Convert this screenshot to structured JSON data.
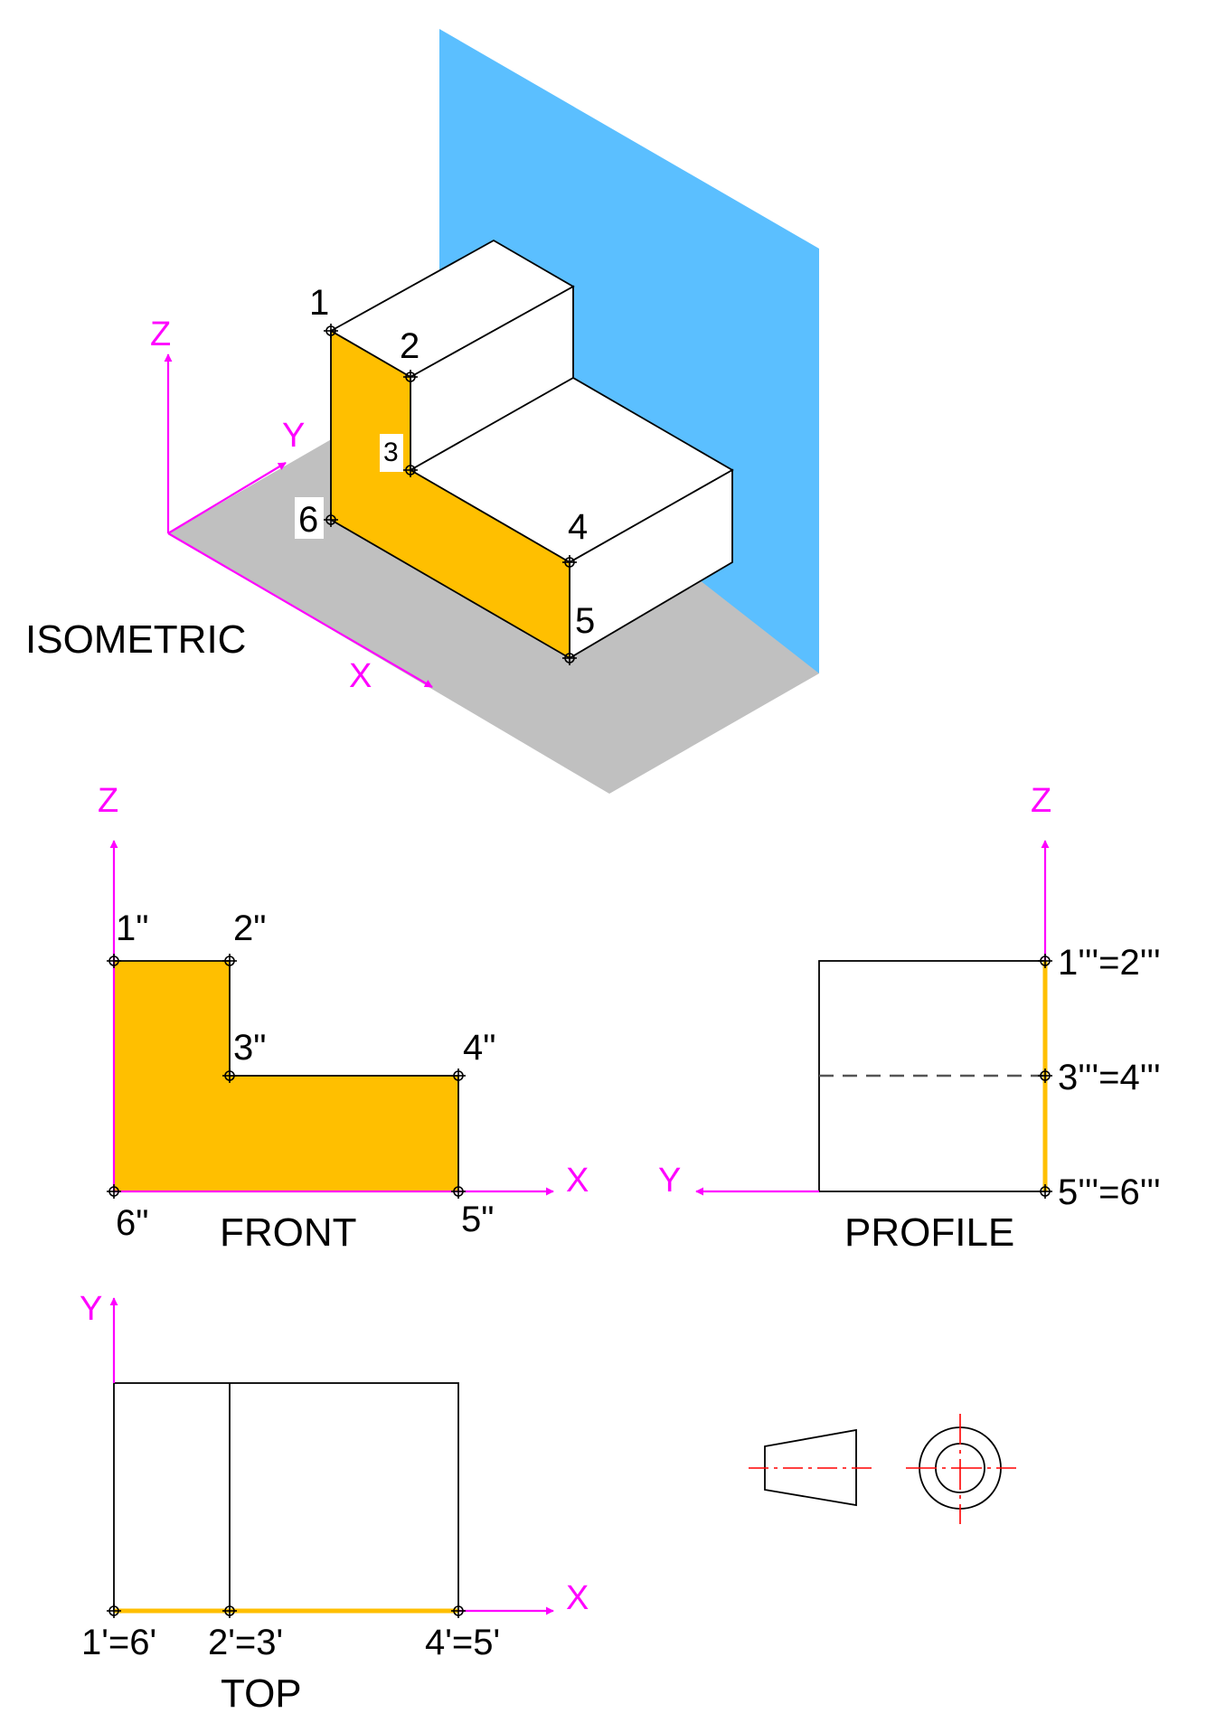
{
  "colors": {
    "axis": "#ff00ff",
    "face": "#ffbf00",
    "plane": "#5bbfff",
    "ground": "#c0c0c0",
    "line": "#000000",
    "center_line": "#ff0000",
    "hidden": "#555555"
  },
  "isometric": {
    "title": "ISOMETRIC",
    "axes": {
      "x": "X",
      "y": "Y",
      "z": "Z"
    },
    "points": [
      "1",
      "2",
      "3",
      "4",
      "5",
      "6"
    ]
  },
  "front": {
    "title": "FRONT",
    "axes": {
      "x": "X",
      "z": "Z"
    },
    "points": [
      "1\"",
      "2\"",
      "3\"",
      "4\"",
      "5\"",
      "6\""
    ]
  },
  "profile": {
    "title": "PROFILE",
    "axes": {
      "y": "Y",
      "z": "Z"
    },
    "points": [
      "1'''=2'''",
      "3'''=4'''",
      "5'''=6'''"
    ]
  },
  "top": {
    "title": "TOP",
    "axes": {
      "x": "X",
      "y": "Y"
    },
    "points": [
      "1'=6'",
      "2'=3'",
      "4'=5'"
    ]
  },
  "symbol": {
    "icon": "first-angle-projection-icon"
  }
}
